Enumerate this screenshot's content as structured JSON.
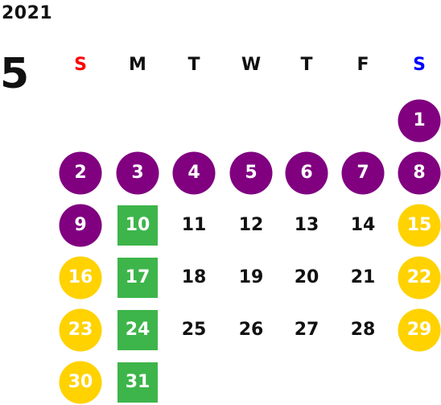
{
  "calendar": {
    "year": "2021",
    "month": "5",
    "weekdays": [
      {
        "label": "S",
        "color": "#ff0000"
      },
      {
        "label": "M",
        "color": "#111111"
      },
      {
        "label": "T",
        "color": "#111111"
      },
      {
        "label": "W",
        "color": "#111111"
      },
      {
        "label": "T",
        "color": "#111111"
      },
      {
        "label": "F",
        "color": "#111111"
      },
      {
        "label": "S",
        "color": "#0000ff"
      }
    ],
    "status_colors": {
      "purple": "#800080",
      "yellow": "#ffd200",
      "green": "#3db54a"
    },
    "days": [
      {
        "day": "1",
        "style": "purple"
      },
      {
        "day": "2",
        "style": "purple"
      },
      {
        "day": "3",
        "style": "purple"
      },
      {
        "day": "4",
        "style": "purple"
      },
      {
        "day": "5",
        "style": "purple"
      },
      {
        "day": "6",
        "style": "purple"
      },
      {
        "day": "7",
        "style": "purple"
      },
      {
        "day": "8",
        "style": "purple"
      },
      {
        "day": "9",
        "style": "purple"
      },
      {
        "day": "10",
        "style": "green"
      },
      {
        "day": "11",
        "style": "plain"
      },
      {
        "day": "12",
        "style": "plain"
      },
      {
        "day": "13",
        "style": "plain"
      },
      {
        "day": "14",
        "style": "plain"
      },
      {
        "day": "15",
        "style": "yellow"
      },
      {
        "day": "16",
        "style": "yellow"
      },
      {
        "day": "17",
        "style": "green"
      },
      {
        "day": "18",
        "style": "plain"
      },
      {
        "day": "19",
        "style": "plain"
      },
      {
        "day": "20",
        "style": "plain"
      },
      {
        "day": "21",
        "style": "plain"
      },
      {
        "day": "22",
        "style": "yellow"
      },
      {
        "day": "23",
        "style": "yellow"
      },
      {
        "day": "24",
        "style": "green"
      },
      {
        "day": "25",
        "style": "plain"
      },
      {
        "day": "26",
        "style": "plain"
      },
      {
        "day": "27",
        "style": "plain"
      },
      {
        "day": "28",
        "style": "plain"
      },
      {
        "day": "29",
        "style": "yellow"
      },
      {
        "day": "30",
        "style": "yellow"
      },
      {
        "day": "31",
        "style": "green"
      }
    ]
  }
}
